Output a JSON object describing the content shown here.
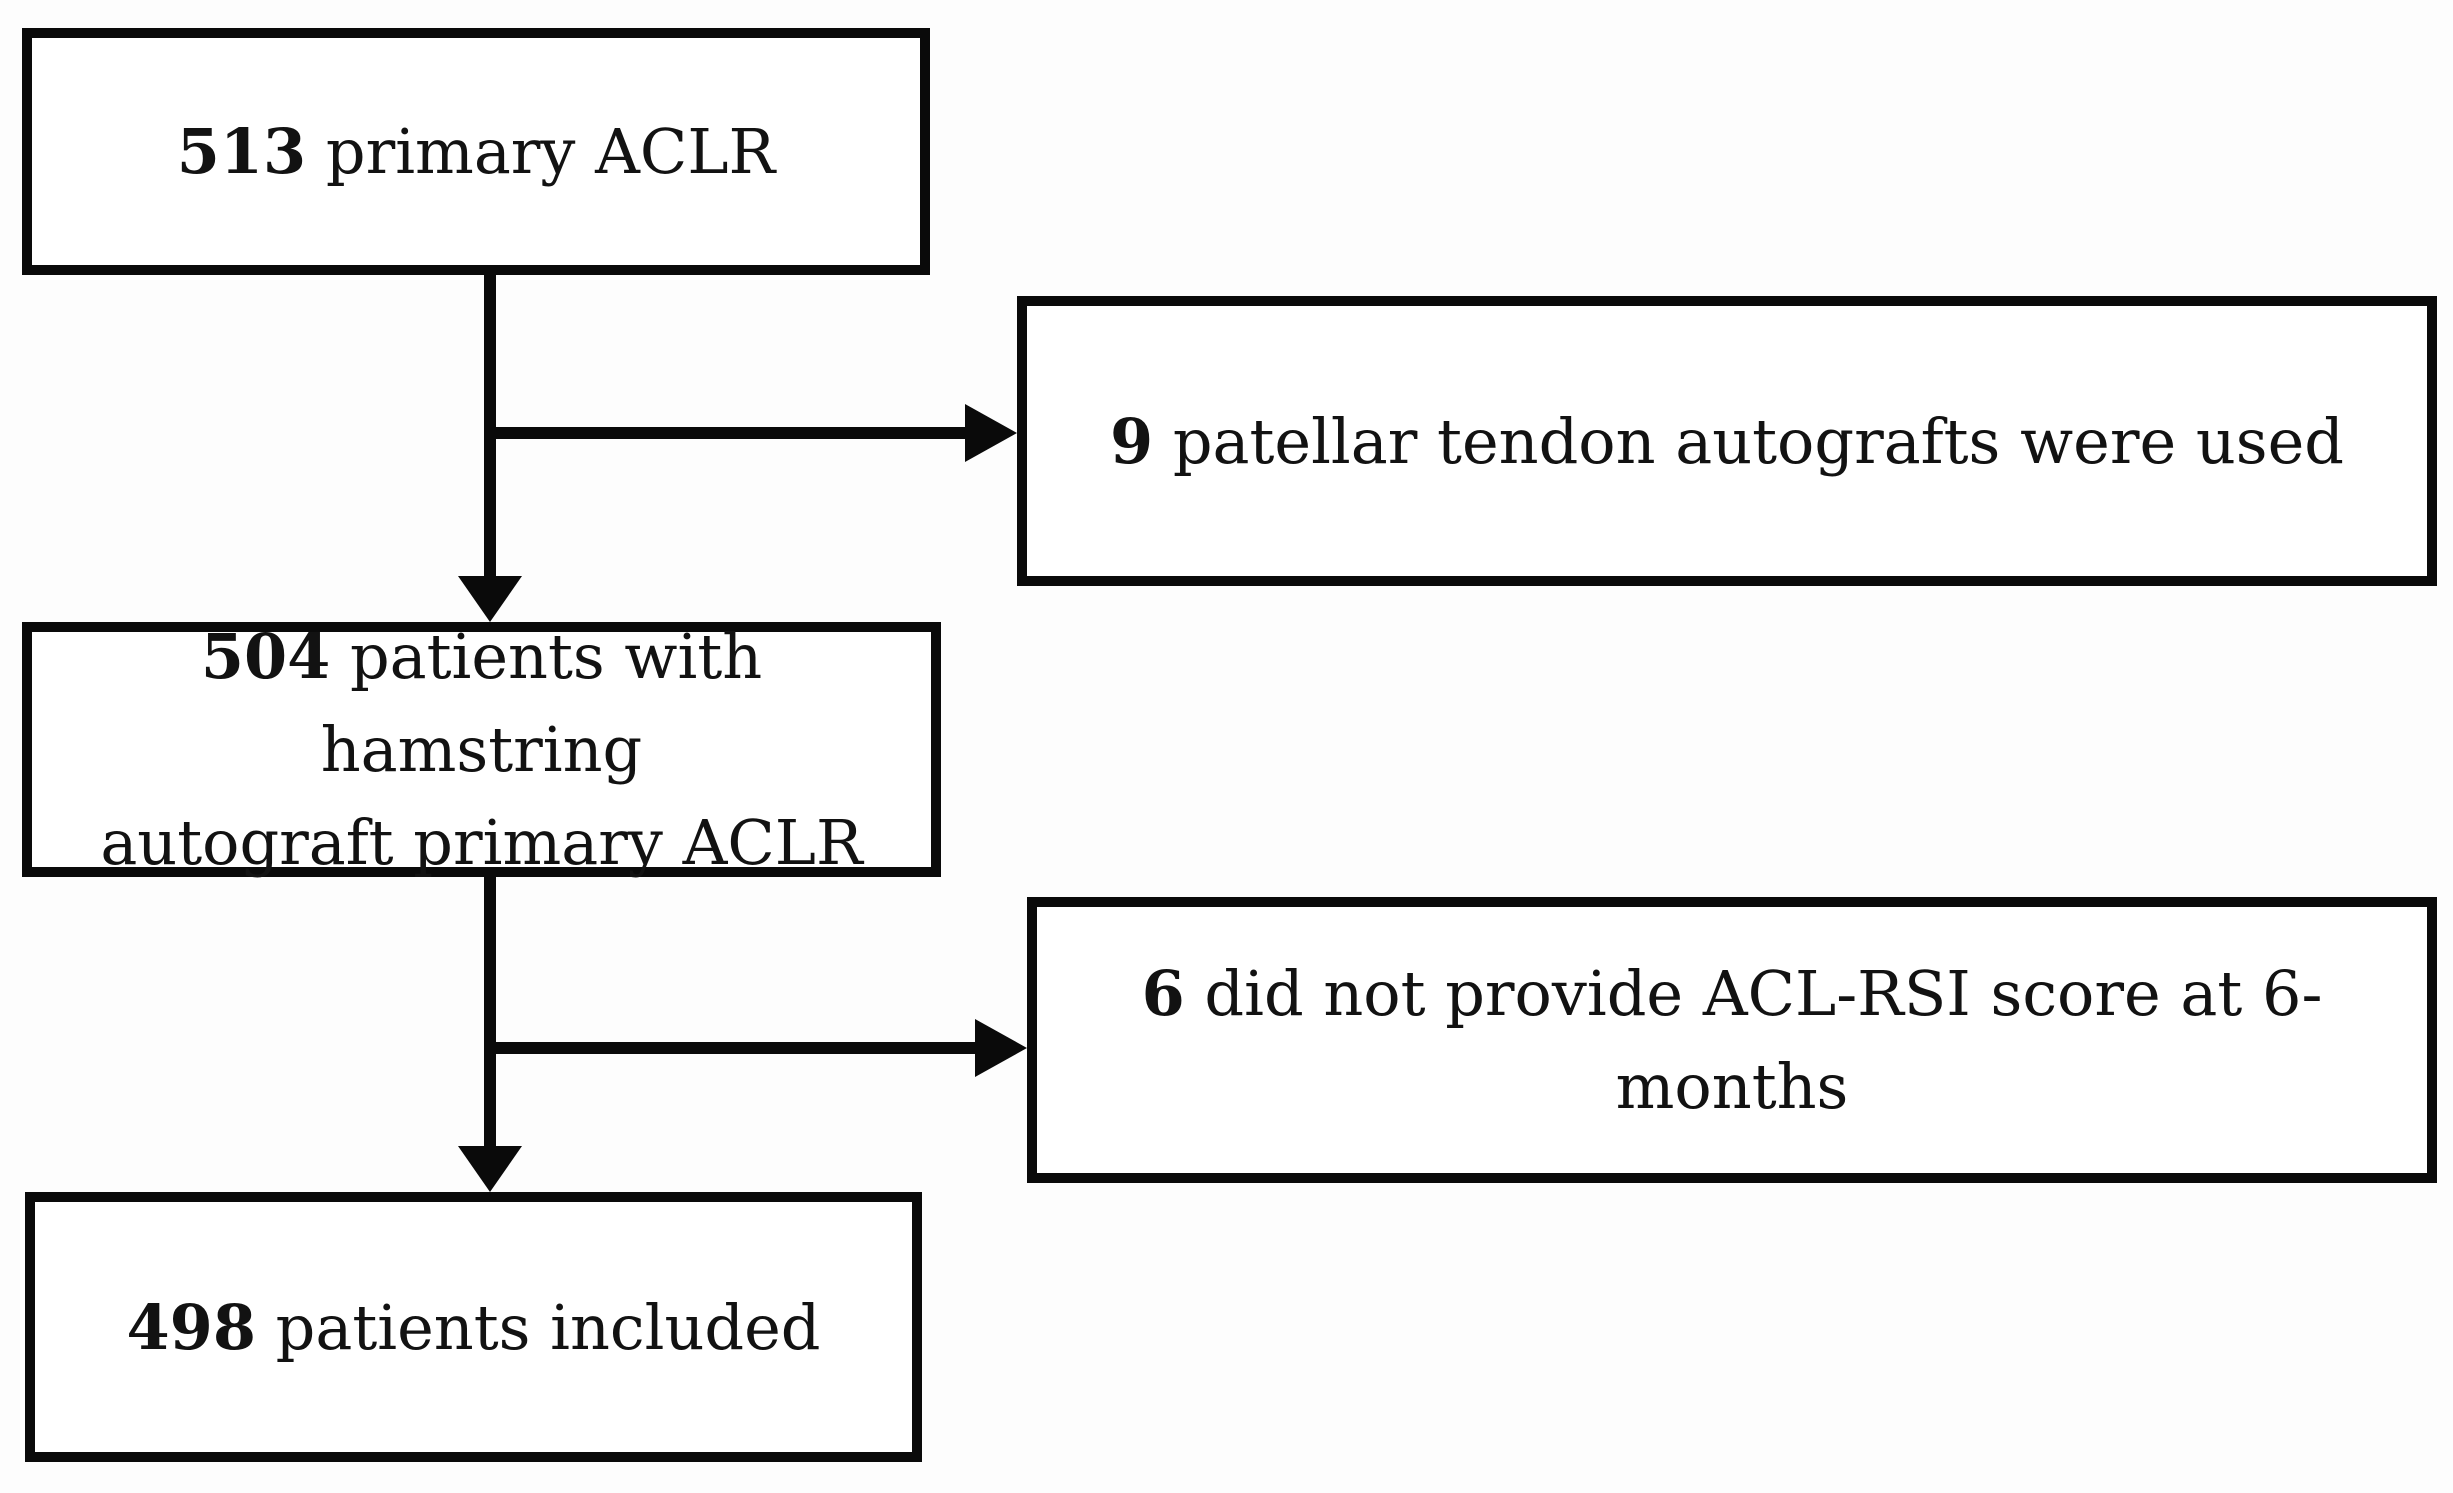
{
  "diagram": {
    "type": "flowchart",
    "title_implicit": "Patient inclusion flow for primary ACLR study",
    "background_color": "#ffffff",
    "line_color": "#0a0a0a",
    "text_color": "#121212",
    "nodes": [
      {
        "id": "box-513",
        "number": "513",
        "text": " primary ACLR"
      },
      {
        "id": "box-9",
        "number": "9",
        "text": " patellar tendon autografts were used"
      },
      {
        "id": "box-504",
        "number": "504",
        "text": " patients with hamstring\nautograft primary ACLR"
      },
      {
        "id": "box-6",
        "number": "6",
        "text": " did not provide ACL-RSI score at 6-months"
      },
      {
        "id": "box-498",
        "number": "498",
        "text": " patients included"
      }
    ],
    "edges": [
      {
        "from": "box-513",
        "to": "box-504",
        "type": "arrow-down"
      },
      {
        "from": "box-513",
        "to": "box-9",
        "type": "arrow-right-branch"
      },
      {
        "from": "box-504",
        "to": "box-498",
        "type": "arrow-down"
      },
      {
        "from": "box-504",
        "to": "box-6",
        "type": "arrow-right-branch"
      }
    ]
  }
}
